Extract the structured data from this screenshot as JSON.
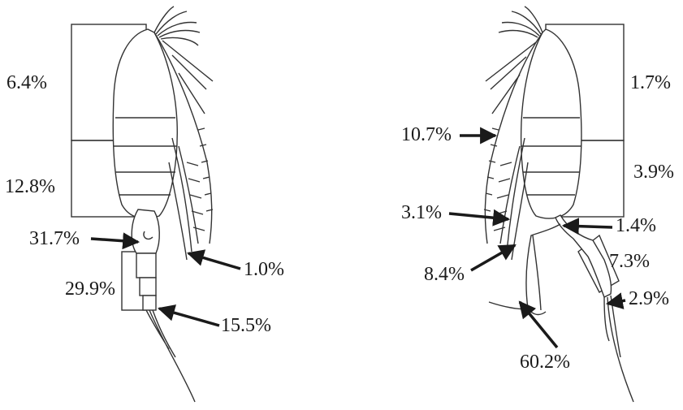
{
  "left_specimen": {
    "labels": {
      "prosome_upper": "6.4%",
      "prosome_lower": "12.8%",
      "genital_segment": "31.7%",
      "urosome": "29.9%",
      "furca": "15.5%",
      "swimming_legs": "1.0%"
    }
  },
  "right_specimen": {
    "labels": {
      "prosome_upper": "1.7%",
      "antennule": "10.7%",
      "prosome_lower": "3.9%",
      "legs_upper": "3.1%",
      "urosome_joint": "1.4%",
      "urosome": "7.3%",
      "legs_lower": "8.4%",
      "furca": "2.9%",
      "fifth_leg": "60.2%"
    }
  },
  "colors": {
    "ink": "#1a1a1a",
    "line": "#333333",
    "paper": "#ffffff"
  }
}
